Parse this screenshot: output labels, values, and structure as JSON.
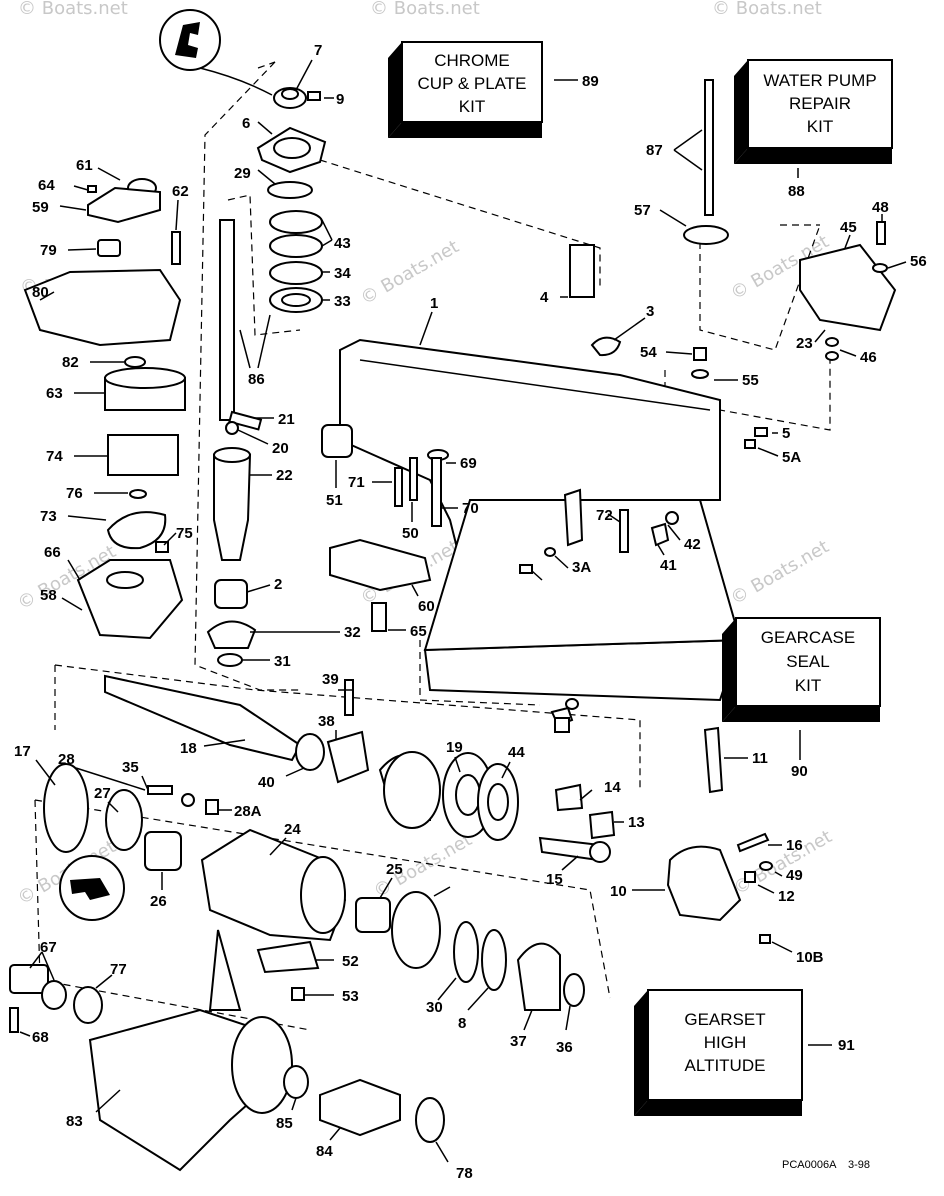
{
  "watermark": "© Boats.net",
  "kits": {
    "chrome": {
      "number": "89",
      "lines": [
        "CHROME",
        "CUP & PLATE",
        "KIT"
      ]
    },
    "water_pump": {
      "number": "88",
      "lines": [
        "WATER PUMP",
        "REPAIR",
        "KIT"
      ]
    },
    "gearcase_seal": {
      "number": "90",
      "lines": [
        "GEARCASE",
        "SEAL",
        "KIT"
      ]
    },
    "gearset": {
      "number": "91",
      "lines": [
        "GEARSET",
        "HIGH",
        "ALTITUDE"
      ]
    }
  },
  "part_labels": [
    "7",
    "9",
    "6",
    "29",
    "43",
    "34",
    "33",
    "86",
    "21",
    "20",
    "22",
    "2",
    "32",
    "31",
    "61",
    "64",
    "59",
    "62",
    "79",
    "80",
    "82",
    "63",
    "74",
    "76",
    "73",
    "75",
    "66",
    "58",
    "1",
    "3",
    "4",
    "54",
    "55",
    "5",
    "5A",
    "87",
    "57",
    "45",
    "48",
    "56",
    "23",
    "46",
    "51",
    "71",
    "69",
    "50",
    "70",
    "72",
    "3A",
    "42",
    "41",
    "60",
    "65",
    "39",
    "38",
    "18",
    "40",
    "19",
    "44",
    "17",
    "28",
    "35",
    "27",
    "28A",
    "24",
    "26",
    "25",
    "14",
    "13",
    "15",
    "10",
    "16",
    "49",
    "12",
    "10B",
    "11",
    "67",
    "77",
    "52",
    "53",
    "68",
    "30",
    "8",
    "37",
    "36",
    "83",
    "85",
    "84",
    "78"
  ],
  "footer": {
    "code": "PCA0006A",
    "date": "3-98"
  }
}
